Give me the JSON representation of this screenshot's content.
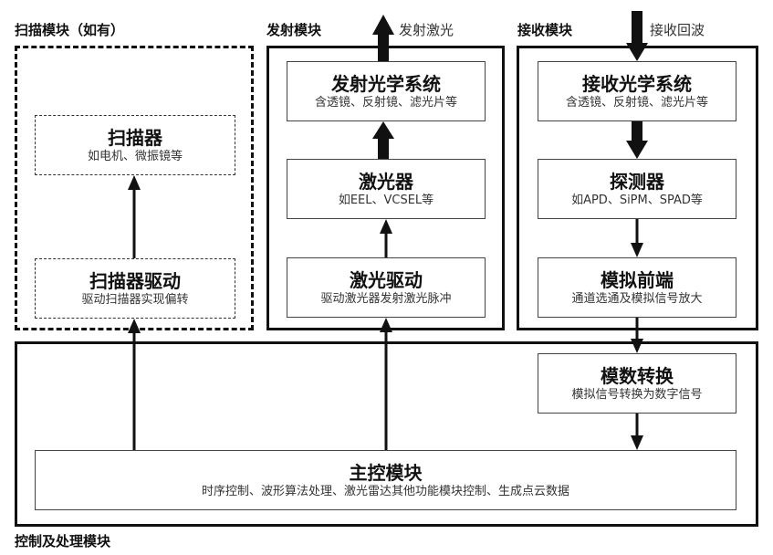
{
  "modules": {
    "scan": {
      "label": "扫描模块（如有）",
      "blocks": {
        "scanner": {
          "title": "扫描器",
          "sub": "如电机、微振镜等"
        },
        "scanner_driver": {
          "title": "扫描器驱动",
          "sub": "驱动扫描器实现偏转"
        }
      }
    },
    "emit": {
      "label": "发射模块",
      "output_label": "发射激光",
      "blocks": {
        "emit_optics": {
          "title": "发射光学系统",
          "sub": "含透镜、反射镜、滤光片等"
        },
        "laser": {
          "title": "激光器",
          "sub": "如EEL、VCSEL等"
        },
        "laser_driver": {
          "title": "激光驱动",
          "sub": "驱动激光器发射激光脉冲"
        }
      }
    },
    "receive": {
      "label": "接收模块",
      "input_label": "接收回波",
      "blocks": {
        "receive_optics": {
          "title": "接收光学系统",
          "sub": "含透镜、反射镜、滤光片等"
        },
        "detector": {
          "title": "探测器",
          "sub": "如APD、SiPM、SPAD等"
        },
        "analog_frontend": {
          "title": "模拟前端",
          "sub": "通道选通及模拟信号放大"
        }
      }
    },
    "control": {
      "label": "控制及处理模块",
      "blocks": {
        "adc": {
          "title": "模数转换",
          "sub": "模拟信号转换为数字信号"
        },
        "main_control": {
          "title": "主控模块",
          "sub": "时序控制、波形算法处理、激光雷达其他功能模块控制、生成点云数据"
        }
      }
    }
  },
  "colors": {
    "line": "#111111",
    "text": "#111111",
    "subtext": "#333333",
    "background": "#ffffff"
  }
}
